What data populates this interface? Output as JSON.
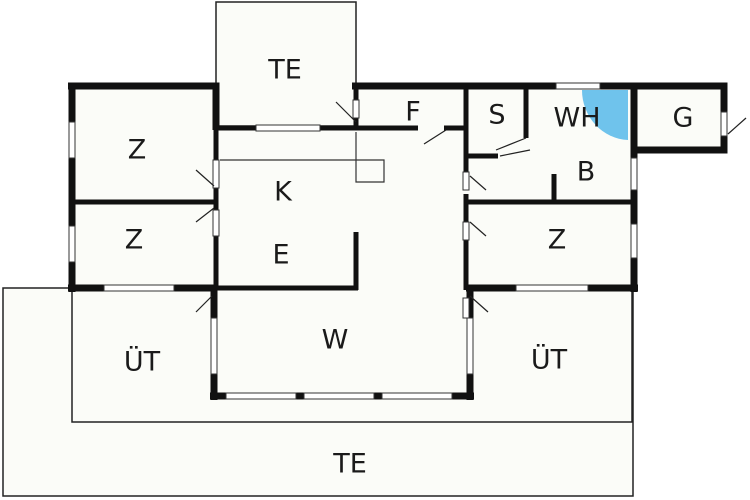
{
  "floorplan": {
    "rooms": {
      "terrace_top": "TE",
      "storage_f": "F",
      "shower_s": "S",
      "washroom_wh": "WH",
      "garage_g": "G",
      "bedroom_1": "Z",
      "bedroom_2": "Z",
      "bedroom_3": "Z",
      "kitchen": "K",
      "dining": "E",
      "bathroom_b": "B",
      "living": "W",
      "covered_terrace_left": "ÜT",
      "covered_terrace_right": "ÜT",
      "terrace_bottom": "TE"
    },
    "colors": {
      "wall": "#111111",
      "floor": "#fbfcf8",
      "outline": "#222222",
      "window": "#ffffff",
      "fixture": "#6fc3ec"
    }
  }
}
